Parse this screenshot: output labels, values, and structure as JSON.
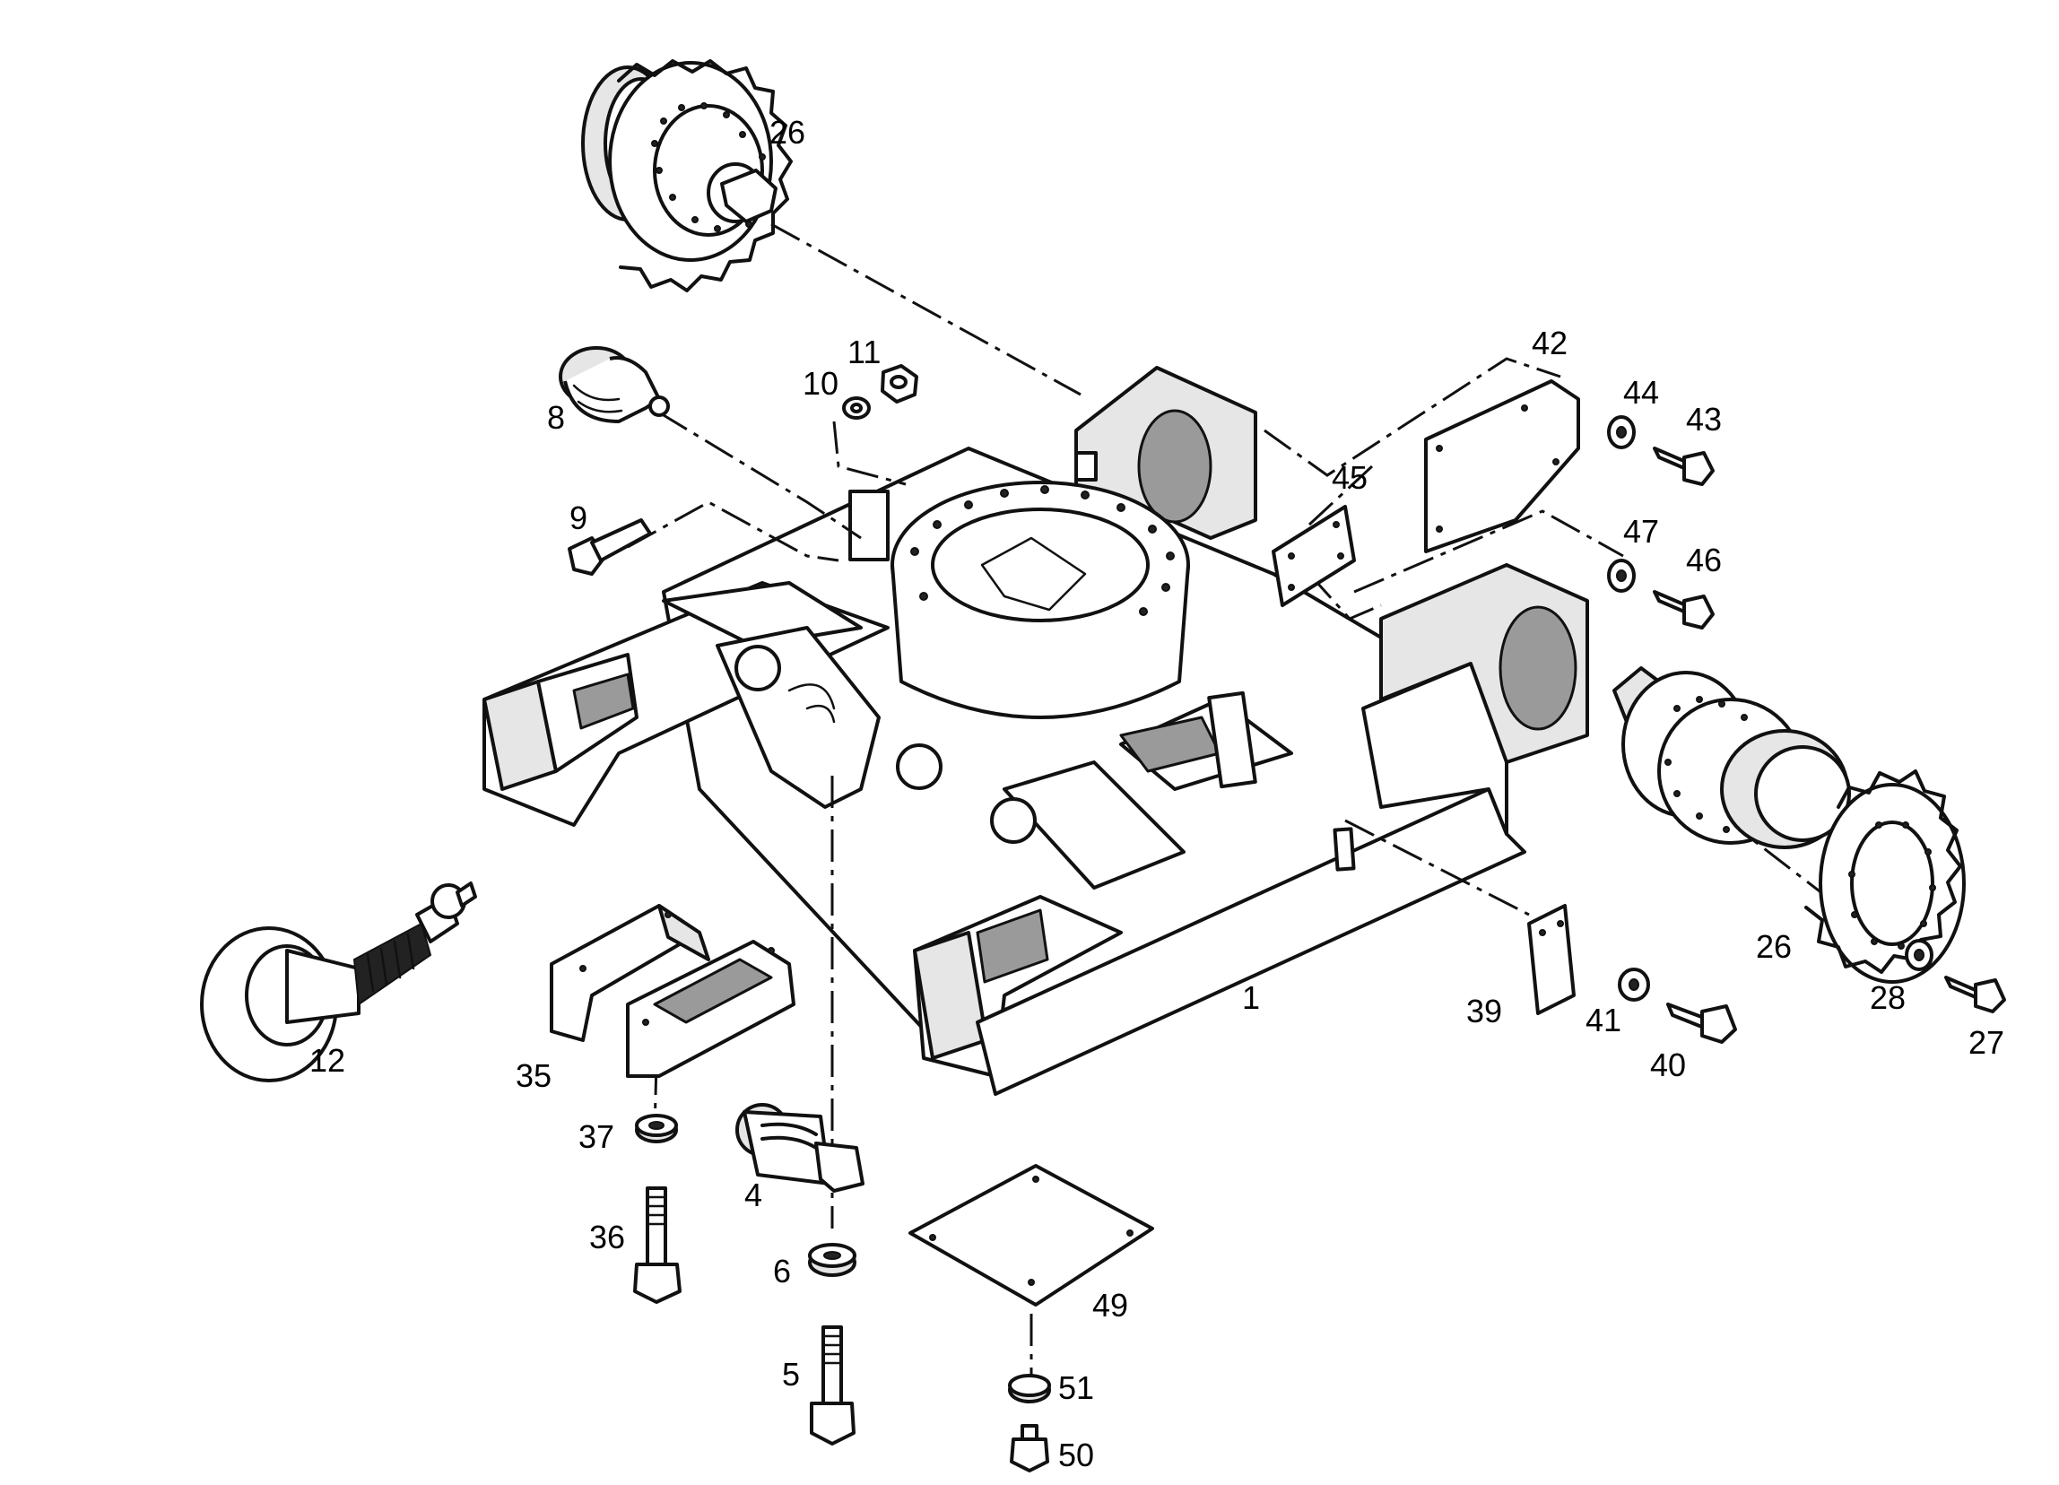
{
  "callouts": {
    "c1": "1",
    "c4": "4",
    "c5": "5",
    "c6": "6",
    "c8": "8",
    "c9": "9",
    "c10": "10",
    "c11": "11",
    "c12": "12",
    "c26a": "26",
    "c26b": "26",
    "c27": "27",
    "c28": "28",
    "c35": "35",
    "c36": "36",
    "c37": "37",
    "c39": "39",
    "c40": "40",
    "c41": "41",
    "c42": "42",
    "c43": "43",
    "c44": "44",
    "c45": "45",
    "c46": "46",
    "c47": "47",
    "c49": "49",
    "c50": "50",
    "c51": "51"
  }
}
